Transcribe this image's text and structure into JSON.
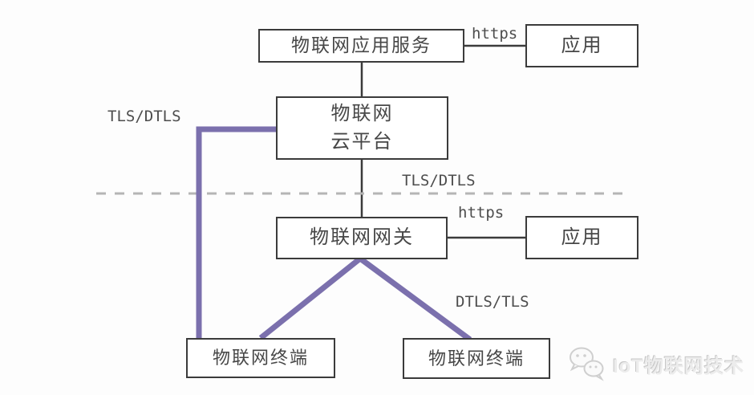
{
  "diagram": {
    "title_hint": "IoT TLS/DTLS security architecture diagram",
    "boxes": {
      "app_service": {
        "label": "物联网应用服务"
      },
      "app_top": {
        "label": "应用"
      },
      "cloud": {
        "line1": "物联网",
        "line2": "云平台"
      },
      "gateway": {
        "label": "物联网网关"
      },
      "app_mid": {
        "label": "应用"
      },
      "terminal_left": {
        "label": "物联网终端"
      },
      "terminal_right": {
        "label": "物联网终端"
      }
    },
    "edge_labels": {
      "https_top": "https",
      "https_mid": "https",
      "tls_dtls_left": "TLS/DTLS",
      "tls_dtls_right": "TLS/DTLS",
      "dtls_tls_bottom": "DTLS/TLS"
    },
    "colors": {
      "secure_link": "#7b70ad",
      "connector": "#3b3b3b",
      "boundary_dash": "#b5b5b5",
      "label_text": "#4d4d4d",
      "watermark_text": "#ececec"
    },
    "watermark": {
      "icon": "wechat-icon",
      "text": "IoT物联网技术"
    }
  }
}
